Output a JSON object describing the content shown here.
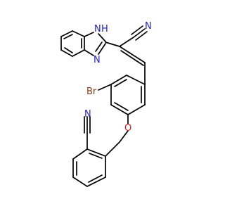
{
  "molecule": {
    "atom_labels": {
      "nh_n": "N",
      "nh_h": "H",
      "imine_n": "N",
      "nitrile_top": "N",
      "nitrile_left": "N",
      "bromine": "Br",
      "oxygen": "O"
    },
    "colors": {
      "bond": "#000000",
      "nitrogen": "#1f1fcf",
      "bromine": "#8b3a16",
      "oxygen": "#d11a1a"
    }
  }
}
